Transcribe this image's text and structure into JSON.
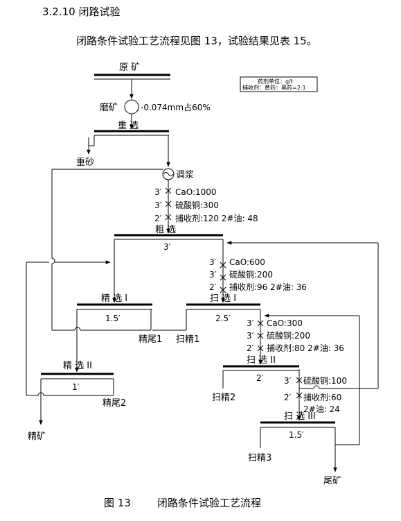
{
  "heading": "3.2.10 闭路试验",
  "intro": "闭路条件试验工艺流程见图 13，试验结果见表 15。",
  "caption": {
    "number": "图 13",
    "title": "闭路条件试验工艺流程"
  },
  "legend": {
    "line1": "药剂单位：g/t",
    "line2": "捕收剂：黄药：黑药=2:1"
  },
  "nodes": {
    "raw_ore": "原 矿",
    "grinding": "磨矿",
    "grind_size": "-0.074mm占60%",
    "gravity": "重 选",
    "gravity_sand": "重砂",
    "conditioning": "调浆",
    "rougher": "粗 选",
    "rougher_time": "3′",
    "cleaner1": "精 选 I",
    "cleaner1_time": "1.5′",
    "cleaner1_tail": "精尾1",
    "cleaner2": "精 选 II",
    "cleaner2_time": "1′",
    "cleaner2_tail": "精尾2",
    "concentrate": "精矿",
    "scav1": "扫 选 I",
    "scav1_time": "2.5′",
    "scav1_conc": "扫精1",
    "scav2": "扫 选 II",
    "scav2_time": "2′",
    "scav2_conc": "扫精2",
    "scav3": "扫 选 III",
    "scav3_time": "1.5′",
    "scav3_conc": "扫精3",
    "tailings": "尾矿"
  },
  "reagents": {
    "rougher": [
      {
        "time": "3′",
        "text": "CaO:1000"
      },
      {
        "time": "3′",
        "text": "硫酸铜:300"
      },
      {
        "time": "2′",
        "text": "捕收剂:120  2#油: 48"
      }
    ],
    "scav1": [
      {
        "time": "3′",
        "text": "CaO:600"
      },
      {
        "time": "3′",
        "text": "硫酸铜:200"
      },
      {
        "time": "2′",
        "text": "捕收剂:96 2#油: 36"
      }
    ],
    "scav2": [
      {
        "time": "3′",
        "text": "CaO:300"
      },
      {
        "time": "3′",
        "text": "硫酸铜:200"
      },
      {
        "time": "2′",
        "text": "捕收剂:80 2#油: 36"
      }
    ],
    "scav3": [
      {
        "time": "3′",
        "text": "硫酸铜:100"
      },
      {
        "time": "2′",
        "text": "捕收剂:60"
      },
      {
        "time": "",
        "text": "2#油: 24"
      }
    ]
  }
}
